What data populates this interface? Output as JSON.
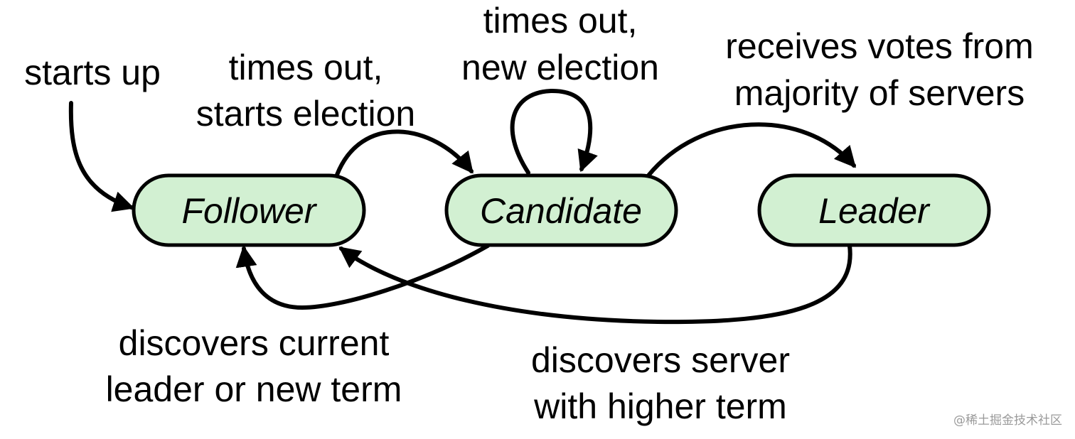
{
  "states": {
    "follower": "Follower",
    "candidate": "Candidate",
    "leader": "Leader"
  },
  "colors": {
    "state_fill": "#d2f0d2",
    "stroke": "#000000",
    "watermark": "#9a9a9a"
  },
  "transitions": {
    "start": [
      "starts up"
    ],
    "follower_to_candidate": [
      "times out,",
      "starts election"
    ],
    "candidate_self": [
      "times out,",
      "new election"
    ],
    "candidate_to_leader": [
      "receives votes from",
      "majority of servers"
    ],
    "candidate_to_follower": [
      "discovers current",
      "leader or new term"
    ],
    "leader_to_follower": [
      "discovers server",
      "with higher term"
    ]
  },
  "watermark": "@稀土掘金技术社区"
}
